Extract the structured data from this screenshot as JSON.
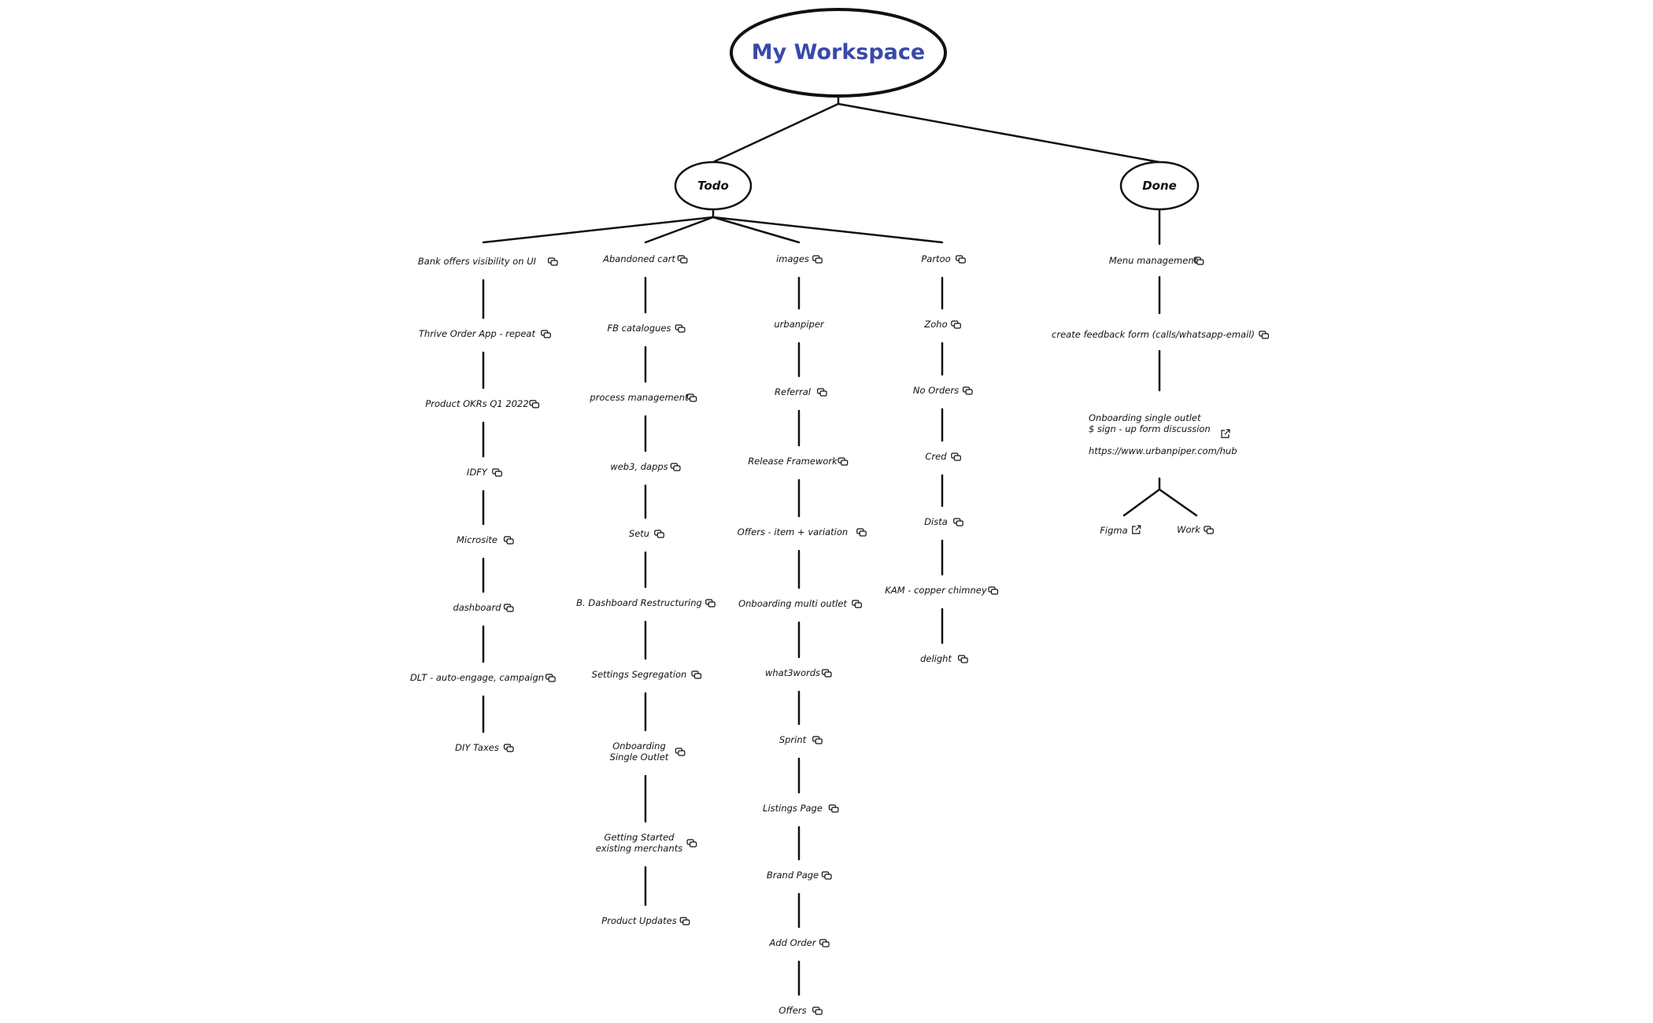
{
  "colors": {
    "ink": "#111111",
    "title": "#3949ab",
    "background": "#ffffff"
  },
  "root": {
    "label": "My Workspace"
  },
  "branches": [
    {
      "label": "Todo",
      "columns": [
        [
          {
            "label": "Bank offers visibility on UI",
            "icon": "link-copy-icon"
          },
          {
            "label": "Thrive Order App - repeat",
            "icon": "link-copy-icon"
          },
          {
            "label": "Product OKRs Q1 2022",
            "icon": "link-copy-icon"
          },
          {
            "label": "IDFY",
            "icon": "link-copy-icon"
          },
          {
            "label": "Microsite",
            "icon": "link-copy-icon"
          },
          {
            "label": "dashboard",
            "icon": "link-copy-icon"
          },
          {
            "label": "DLT - auto-engage, campaign",
            "icon": "link-copy-icon"
          },
          {
            "label": "DIY Taxes",
            "icon": "link-copy-icon"
          }
        ],
        [
          {
            "label": "Abandoned cart",
            "icon": "link-copy-icon"
          },
          {
            "label": "FB catalogues",
            "icon": "link-copy-icon"
          },
          {
            "label": "process management",
            "icon": "link-copy-icon"
          },
          {
            "label": "web3, dapps",
            "icon": "link-copy-icon"
          },
          {
            "label": "Setu",
            "icon": "link-copy-icon"
          },
          {
            "label": "B. Dashboard Restructuring",
            "icon": "link-copy-icon"
          },
          {
            "label": "Settings Segregation",
            "icon": "link-copy-icon"
          },
          {
            "label": "Onboarding\nSingle Outlet",
            "icon": "link-copy-icon"
          },
          {
            "label": "Getting Started\nexisting merchants",
            "icon": "link-copy-icon"
          },
          {
            "label": "Product Updates",
            "icon": "link-copy-icon"
          }
        ],
        [
          {
            "label": "images",
            "icon": "link-copy-icon"
          },
          {
            "label": "urbanpiper",
            "icon": ""
          },
          {
            "label": "Referral",
            "icon": "link-copy-icon"
          },
          {
            "label": "Release Framework",
            "icon": "link-copy-icon"
          },
          {
            "label": "Offers - item + variation",
            "icon": "link-copy-icon"
          },
          {
            "label": "Onboarding multi outlet",
            "icon": "link-copy-icon"
          },
          {
            "label": "what3words",
            "icon": "link-copy-icon"
          },
          {
            "label": "Sprint",
            "icon": "link-copy-icon"
          },
          {
            "label": "Listings Page",
            "icon": "link-copy-icon"
          },
          {
            "label": "Brand Page",
            "icon": "link-copy-icon"
          },
          {
            "label": "Add Order",
            "icon": "link-copy-icon"
          },
          {
            "label": "Offers",
            "icon": "link-copy-icon"
          }
        ],
        [
          {
            "label": "Partoo",
            "icon": "link-copy-icon"
          },
          {
            "label": "Zoho",
            "icon": "link-copy-icon"
          },
          {
            "label": "No Orders",
            "icon": "link-copy-icon"
          },
          {
            "label": "Cred",
            "icon": "link-copy-icon"
          },
          {
            "label": "Dista",
            "icon": "link-copy-icon"
          },
          {
            "label": "KAM - copper chimney",
            "icon": "link-copy-icon"
          },
          {
            "label": "delight",
            "icon": "link-copy-icon"
          }
        ]
      ]
    },
    {
      "label": "Done",
      "columns": [
        [
          {
            "label": "Menu management",
            "icon": "link-copy-icon"
          },
          {
            "label": "create feedback form (calls/whatsapp-email)",
            "icon": "link-copy-icon"
          },
          {
            "label": "Onboarding single outlet\n$ sign - up form discussion\n\nhttps://www.urbanpiper.com/hub",
            "icon": "external-link-icon"
          }
        ]
      ],
      "leaves": [
        {
          "label": "Figma",
          "icon": "external-link-icon"
        },
        {
          "label": "Work",
          "icon": "link-copy-icon"
        }
      ]
    }
  ]
}
